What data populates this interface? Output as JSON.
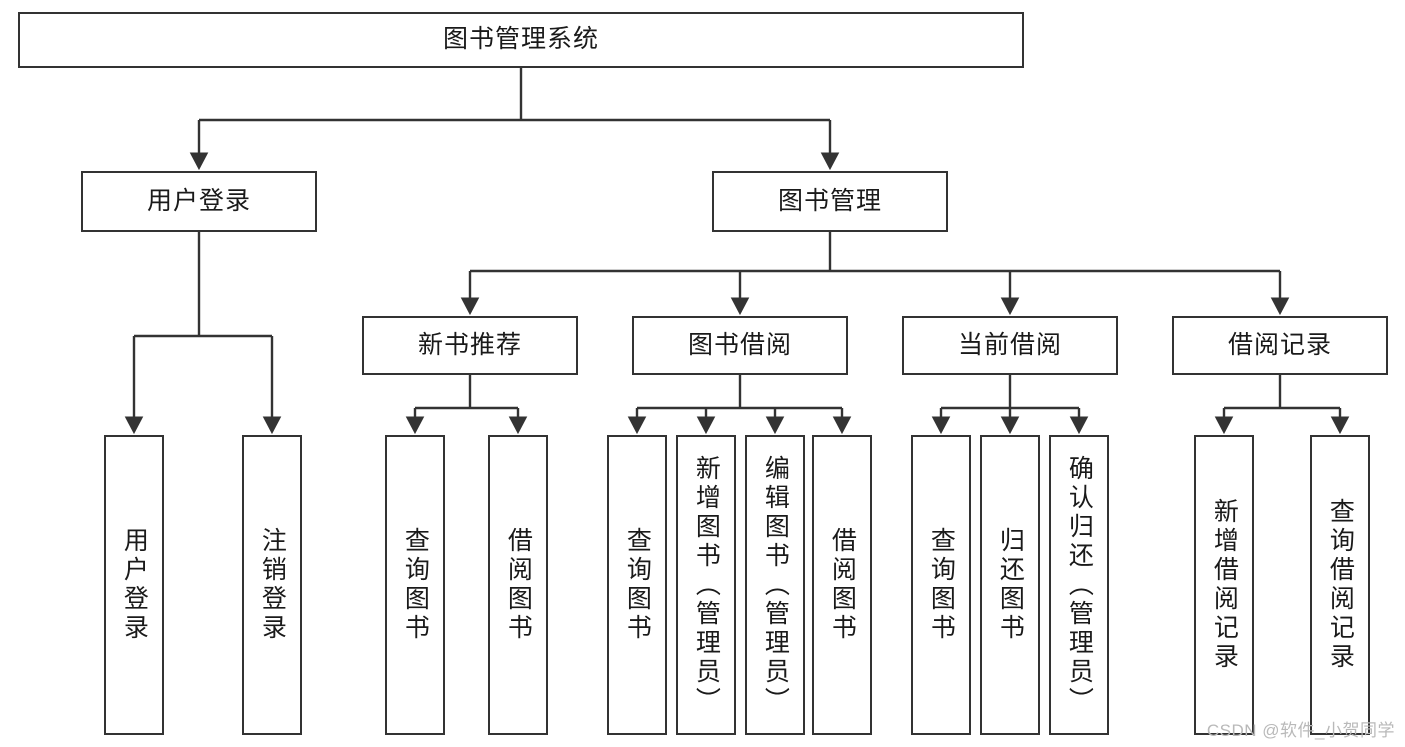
{
  "diagram": {
    "title": "图书管理系统",
    "type": "hierarchy-tree",
    "watermark": "CSDN @软件_小贺同学",
    "colors": {
      "stroke": "#333333",
      "fill": "#ffffff",
      "text": "#1a1a1a",
      "watermark": "#b9b9b9"
    },
    "levels": {
      "level1": [
        {
          "id": "root",
          "label": "图书管理系统",
          "orientation": "horizontal"
        }
      ],
      "level2": [
        {
          "id": "user-login",
          "label": "用户登录",
          "orientation": "horizontal"
        },
        {
          "id": "book-manage",
          "label": "图书管理",
          "orientation": "horizontal"
        }
      ],
      "level3": [
        {
          "id": "new-book-rec",
          "label": "新书推荐",
          "orientation": "horizontal"
        },
        {
          "id": "book-borrow",
          "label": "图书借阅",
          "orientation": "horizontal"
        },
        {
          "id": "current-borrow",
          "label": "当前借阅",
          "orientation": "horizontal"
        },
        {
          "id": "borrow-record",
          "label": "借阅记录",
          "orientation": "horizontal"
        }
      ],
      "level4": [
        {
          "id": "leaf-user-login",
          "label": "用户登录",
          "orientation": "vertical",
          "parent": "user-login"
        },
        {
          "id": "leaf-logout",
          "label": "注销登录",
          "orientation": "vertical",
          "parent": "user-login"
        },
        {
          "id": "leaf-query-book-1",
          "label": "查询图书",
          "orientation": "vertical",
          "parent": "new-book-rec"
        },
        {
          "id": "leaf-borrow-book-1",
          "label": "借阅图书",
          "orientation": "vertical",
          "parent": "new-book-rec"
        },
        {
          "id": "leaf-query-book-2",
          "label": "查询图书",
          "orientation": "vertical",
          "parent": "book-borrow"
        },
        {
          "id": "leaf-add-book",
          "label": "新增图书（管理员）",
          "orientation": "vertical",
          "parent": "book-borrow"
        },
        {
          "id": "leaf-edit-book",
          "label": "编辑图书（管理员）",
          "orientation": "vertical",
          "parent": "book-borrow"
        },
        {
          "id": "leaf-borrow-book-2",
          "label": "借阅图书",
          "orientation": "vertical",
          "parent": "book-borrow"
        },
        {
          "id": "leaf-query-book-3",
          "label": "查询图书",
          "orientation": "vertical",
          "parent": "current-borrow"
        },
        {
          "id": "leaf-return-book",
          "label": "归还图书",
          "orientation": "vertical",
          "parent": "current-borrow"
        },
        {
          "id": "leaf-confirm-return",
          "label": "确认归还（管理员）",
          "orientation": "vertical",
          "parent": "current-borrow"
        },
        {
          "id": "leaf-add-record",
          "label": "新增借阅记录",
          "orientation": "vertical",
          "parent": "borrow-record"
        },
        {
          "id": "leaf-query-record",
          "label": "查询借阅记录",
          "orientation": "vertical",
          "parent": "borrow-record"
        }
      ]
    }
  }
}
